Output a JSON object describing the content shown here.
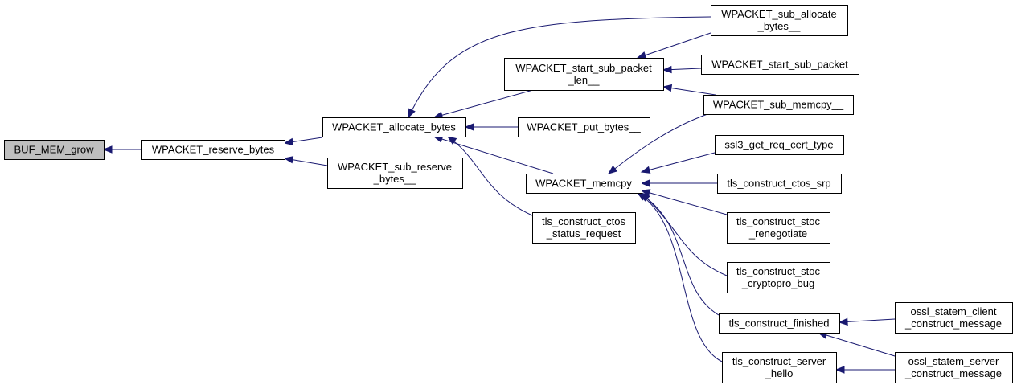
{
  "colors": {
    "edge": "#191970",
    "node_border": "#000000",
    "node_fill": "#ffffff",
    "root_fill": "#bfbfbf"
  },
  "nodes": [
    {
      "id": "buf_mem_grow",
      "lines": [
        "BUF_MEM_grow"
      ],
      "root": true
    },
    {
      "id": "wpacket_reserve_bytes",
      "lines": [
        "WPACKET_reserve_bytes"
      ]
    },
    {
      "id": "wpacket_allocate_bytes",
      "lines": [
        "WPACKET_allocate_bytes"
      ]
    },
    {
      "id": "wpacket_sub_reserve_bytes",
      "lines": [
        "WPACKET_sub_reserve",
        "_bytes__"
      ]
    },
    {
      "id": "wpacket_start_sub_packet_len",
      "lines": [
        "WPACKET_start_sub_packet",
        "_len__"
      ]
    },
    {
      "id": "wpacket_put_bytes",
      "lines": [
        "WPACKET_put_bytes__"
      ]
    },
    {
      "id": "wpacket_memcpy",
      "lines": [
        "WPACKET_memcpy"
      ]
    },
    {
      "id": "tls_construct_ctos_status_request",
      "lines": [
        "tls_construct_ctos",
        "_status_request"
      ]
    },
    {
      "id": "wpacket_sub_allocate_bytes",
      "lines": [
        "WPACKET_sub_allocate",
        "_bytes__"
      ]
    },
    {
      "id": "wpacket_start_sub_packet",
      "lines": [
        "WPACKET_start_sub_packet"
      ]
    },
    {
      "id": "wpacket_sub_memcpy",
      "lines": [
        "WPACKET_sub_memcpy__"
      ]
    },
    {
      "id": "ssl3_get_req_cert_type",
      "lines": [
        "ssl3_get_req_cert_type"
      ]
    },
    {
      "id": "tls_construct_ctos_srp",
      "lines": [
        "tls_construct_ctos_srp"
      ]
    },
    {
      "id": "tls_construct_stoc_renegotiate",
      "lines": [
        "tls_construct_stoc",
        "_renegotiate"
      ]
    },
    {
      "id": "tls_construct_stoc_cryptopro_bug",
      "lines": [
        "tls_construct_stoc",
        "_cryptopro_bug"
      ]
    },
    {
      "id": "tls_construct_finished",
      "lines": [
        "tls_construct_finished"
      ]
    },
    {
      "id": "tls_construct_server_hello",
      "lines": [
        "tls_construct_server",
        "_hello"
      ]
    },
    {
      "id": "ossl_statem_client_construct_message",
      "lines": [
        "ossl_statem_client",
        "_construct_message"
      ]
    },
    {
      "id": "ossl_statem_server_construct_message",
      "lines": [
        "ossl_statem_server",
        "_construct_message"
      ]
    }
  ],
  "edges": [
    {
      "from": "wpacket_reserve_bytes",
      "to": "buf_mem_grow"
    },
    {
      "from": "wpacket_allocate_bytes",
      "to": "wpacket_reserve_bytes"
    },
    {
      "from": "wpacket_sub_reserve_bytes",
      "to": "wpacket_reserve_bytes"
    },
    {
      "from": "wpacket_sub_allocate_bytes",
      "to": "wpacket_allocate_bytes"
    },
    {
      "from": "wpacket_start_sub_packet_len",
      "to": "wpacket_allocate_bytes"
    },
    {
      "from": "wpacket_put_bytes",
      "to": "wpacket_allocate_bytes"
    },
    {
      "from": "wpacket_memcpy",
      "to": "wpacket_allocate_bytes"
    },
    {
      "from": "tls_construct_ctos_status_request",
      "to": "wpacket_allocate_bytes"
    },
    {
      "from": "wpacket_sub_allocate_bytes",
      "to": "wpacket_start_sub_packet_len"
    },
    {
      "from": "wpacket_start_sub_packet",
      "to": "wpacket_start_sub_packet_len"
    },
    {
      "from": "wpacket_sub_memcpy",
      "to": "wpacket_start_sub_packet_len"
    },
    {
      "from": "wpacket_sub_memcpy",
      "to": "wpacket_memcpy"
    },
    {
      "from": "ssl3_get_req_cert_type",
      "to": "wpacket_memcpy"
    },
    {
      "from": "tls_construct_ctos_srp",
      "to": "wpacket_memcpy"
    },
    {
      "from": "tls_construct_stoc_renegotiate",
      "to": "wpacket_memcpy"
    },
    {
      "from": "tls_construct_stoc_cryptopro_bug",
      "to": "wpacket_memcpy"
    },
    {
      "from": "tls_construct_finished",
      "to": "wpacket_memcpy"
    },
    {
      "from": "tls_construct_server_hello",
      "to": "wpacket_memcpy"
    },
    {
      "from": "ossl_statem_client_construct_message",
      "to": "tls_construct_finished"
    },
    {
      "from": "ossl_statem_server_construct_message",
      "to": "tls_construct_finished"
    },
    {
      "from": "ossl_statem_server_construct_message",
      "to": "tls_construct_server_hello"
    }
  ]
}
